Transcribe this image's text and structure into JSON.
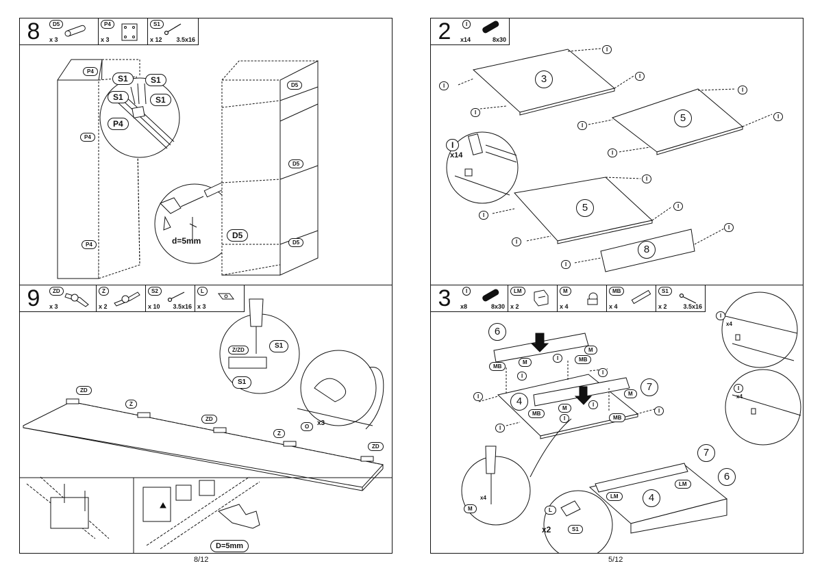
{
  "left_page": {
    "page_number": "8/12",
    "step8": {
      "number": "8",
      "parts": [
        {
          "code": "D5",
          "qty": "x 3",
          "size": ""
        },
        {
          "code": "P4",
          "qty": "x 3",
          "size": ""
        },
        {
          "code": "S1",
          "qty": "x 12",
          "size": "3.5x16"
        }
      ],
      "labels": {
        "p4_top": "P4",
        "p4_mid": "P4",
        "p4_bot": "P4",
        "s1_a": "S1",
        "s1_b": "S1",
        "s1_c": "S1",
        "s1_d": "S1",
        "p4_zoom": "P4",
        "drill_size": "d=5mm",
        "d5_zoom": "D5",
        "d5_a": "D5",
        "d5_b": "D5",
        "d5_c": "D5"
      }
    },
    "step9": {
      "number": "9",
      "parts": [
        {
          "code": "ZD",
          "qty": "x 3",
          "size": ""
        },
        {
          "code": "Z",
          "qty": "x 2",
          "size": ""
        },
        {
          "code": "S2",
          "qty": "x 10",
          "size": "3.5x16"
        },
        {
          "code": "L",
          "qty": "x 3",
          "size": ""
        }
      ],
      "labels": {
        "zd_1": "ZD",
        "z_1": "Z",
        "zd_2": "ZD",
        "z_2": "Z",
        "zd_3": "ZD",
        "zzd": "Z/ZD",
        "s1_a": "S1",
        "s1_b": "S1",
        "o": "O",
        "o_qty": "x3",
        "drill": "D=5mm"
      }
    }
  },
  "right_page": {
    "page_number": "5/12",
    "step2": {
      "number": "2",
      "parts": [
        {
          "code": "I",
          "qty": "x14",
          "size": "8x30"
        }
      ],
      "panels": {
        "p3": "3",
        "p5a": "5",
        "p5b": "5",
        "p8": "8"
      },
      "dowel_label": "I",
      "zoom_label": "I",
      "zoom_qty": "x14"
    },
    "step3": {
      "number": "3",
      "parts": [
        {
          "code": "I",
          "qty": "x8",
          "size": "8x30"
        },
        {
          "code": "LM",
          "qty": "x 2",
          "size": ""
        },
        {
          "code": "M",
          "qty": "x 4",
          "size": ""
        },
        {
          "code": "MB",
          "qty": "x 4",
          "size": ""
        },
        {
          "code": "S1",
          "qty": "x 2",
          "size": "3.5x16"
        }
      ],
      "panels": {
        "p6a": "6",
        "p4a": "4",
        "p7a": "7",
        "p7b": "7",
        "p6b": "6",
        "p4b": "4"
      },
      "labels": {
        "m": "M",
        "mb": "MB",
        "i": "I",
        "lm": "LM",
        "l": "L",
        "s1": "S1",
        "x4": "x4",
        "x2": "x2"
      }
    }
  }
}
